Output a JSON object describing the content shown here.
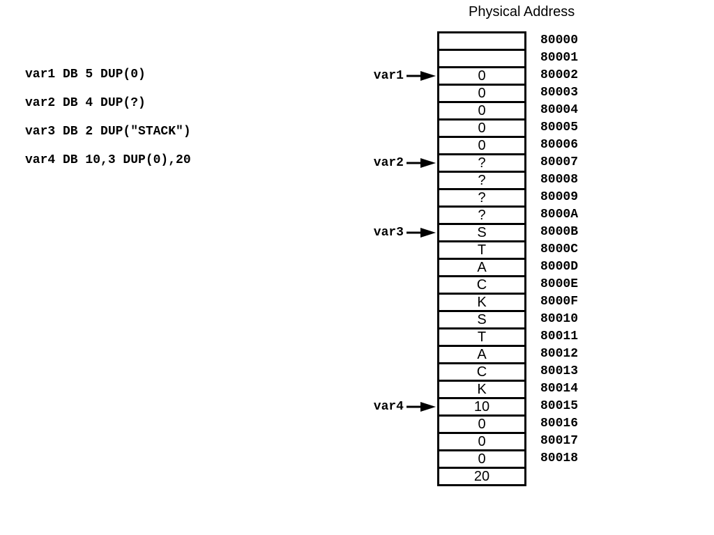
{
  "header": {
    "title": "Physical Address"
  },
  "code_lines": [
    "var1 DB 5 DUP(0)",
    "var2 DB 4 DUP(?)",
    "var3 DB 2 DUP(\"STACK\")",
    "var4 DB 10,3 DUP(0),20"
  ],
  "memory": {
    "cells": [
      "",
      "",
      "0",
      "0",
      "0",
      "0",
      "0",
      "?",
      "?",
      "?",
      "?",
      "S",
      "T",
      "A",
      "C",
      "K",
      "S",
      "T",
      "A",
      "C",
      "K",
      "10",
      "0",
      "0",
      "0",
      "20"
    ],
    "addresses": [
      "80000",
      "80001",
      "80002",
      "80003",
      "80004",
      "80005",
      "80006",
      "80007",
      "80008",
      "80009",
      "8000A",
      "8000B",
      "8000C",
      "8000D",
      "8000E",
      "8000F",
      "80010",
      "80011",
      "80012",
      "80013",
      "80014",
      "80015",
      "80016",
      "80017",
      "80018"
    ]
  },
  "pointers": [
    {
      "label": "var1",
      "address": "80002"
    },
    {
      "label": "var2",
      "address": "80007"
    },
    {
      "label": "var3",
      "address": "8000B"
    },
    {
      "label": "var4",
      "address": "80015"
    }
  ]
}
